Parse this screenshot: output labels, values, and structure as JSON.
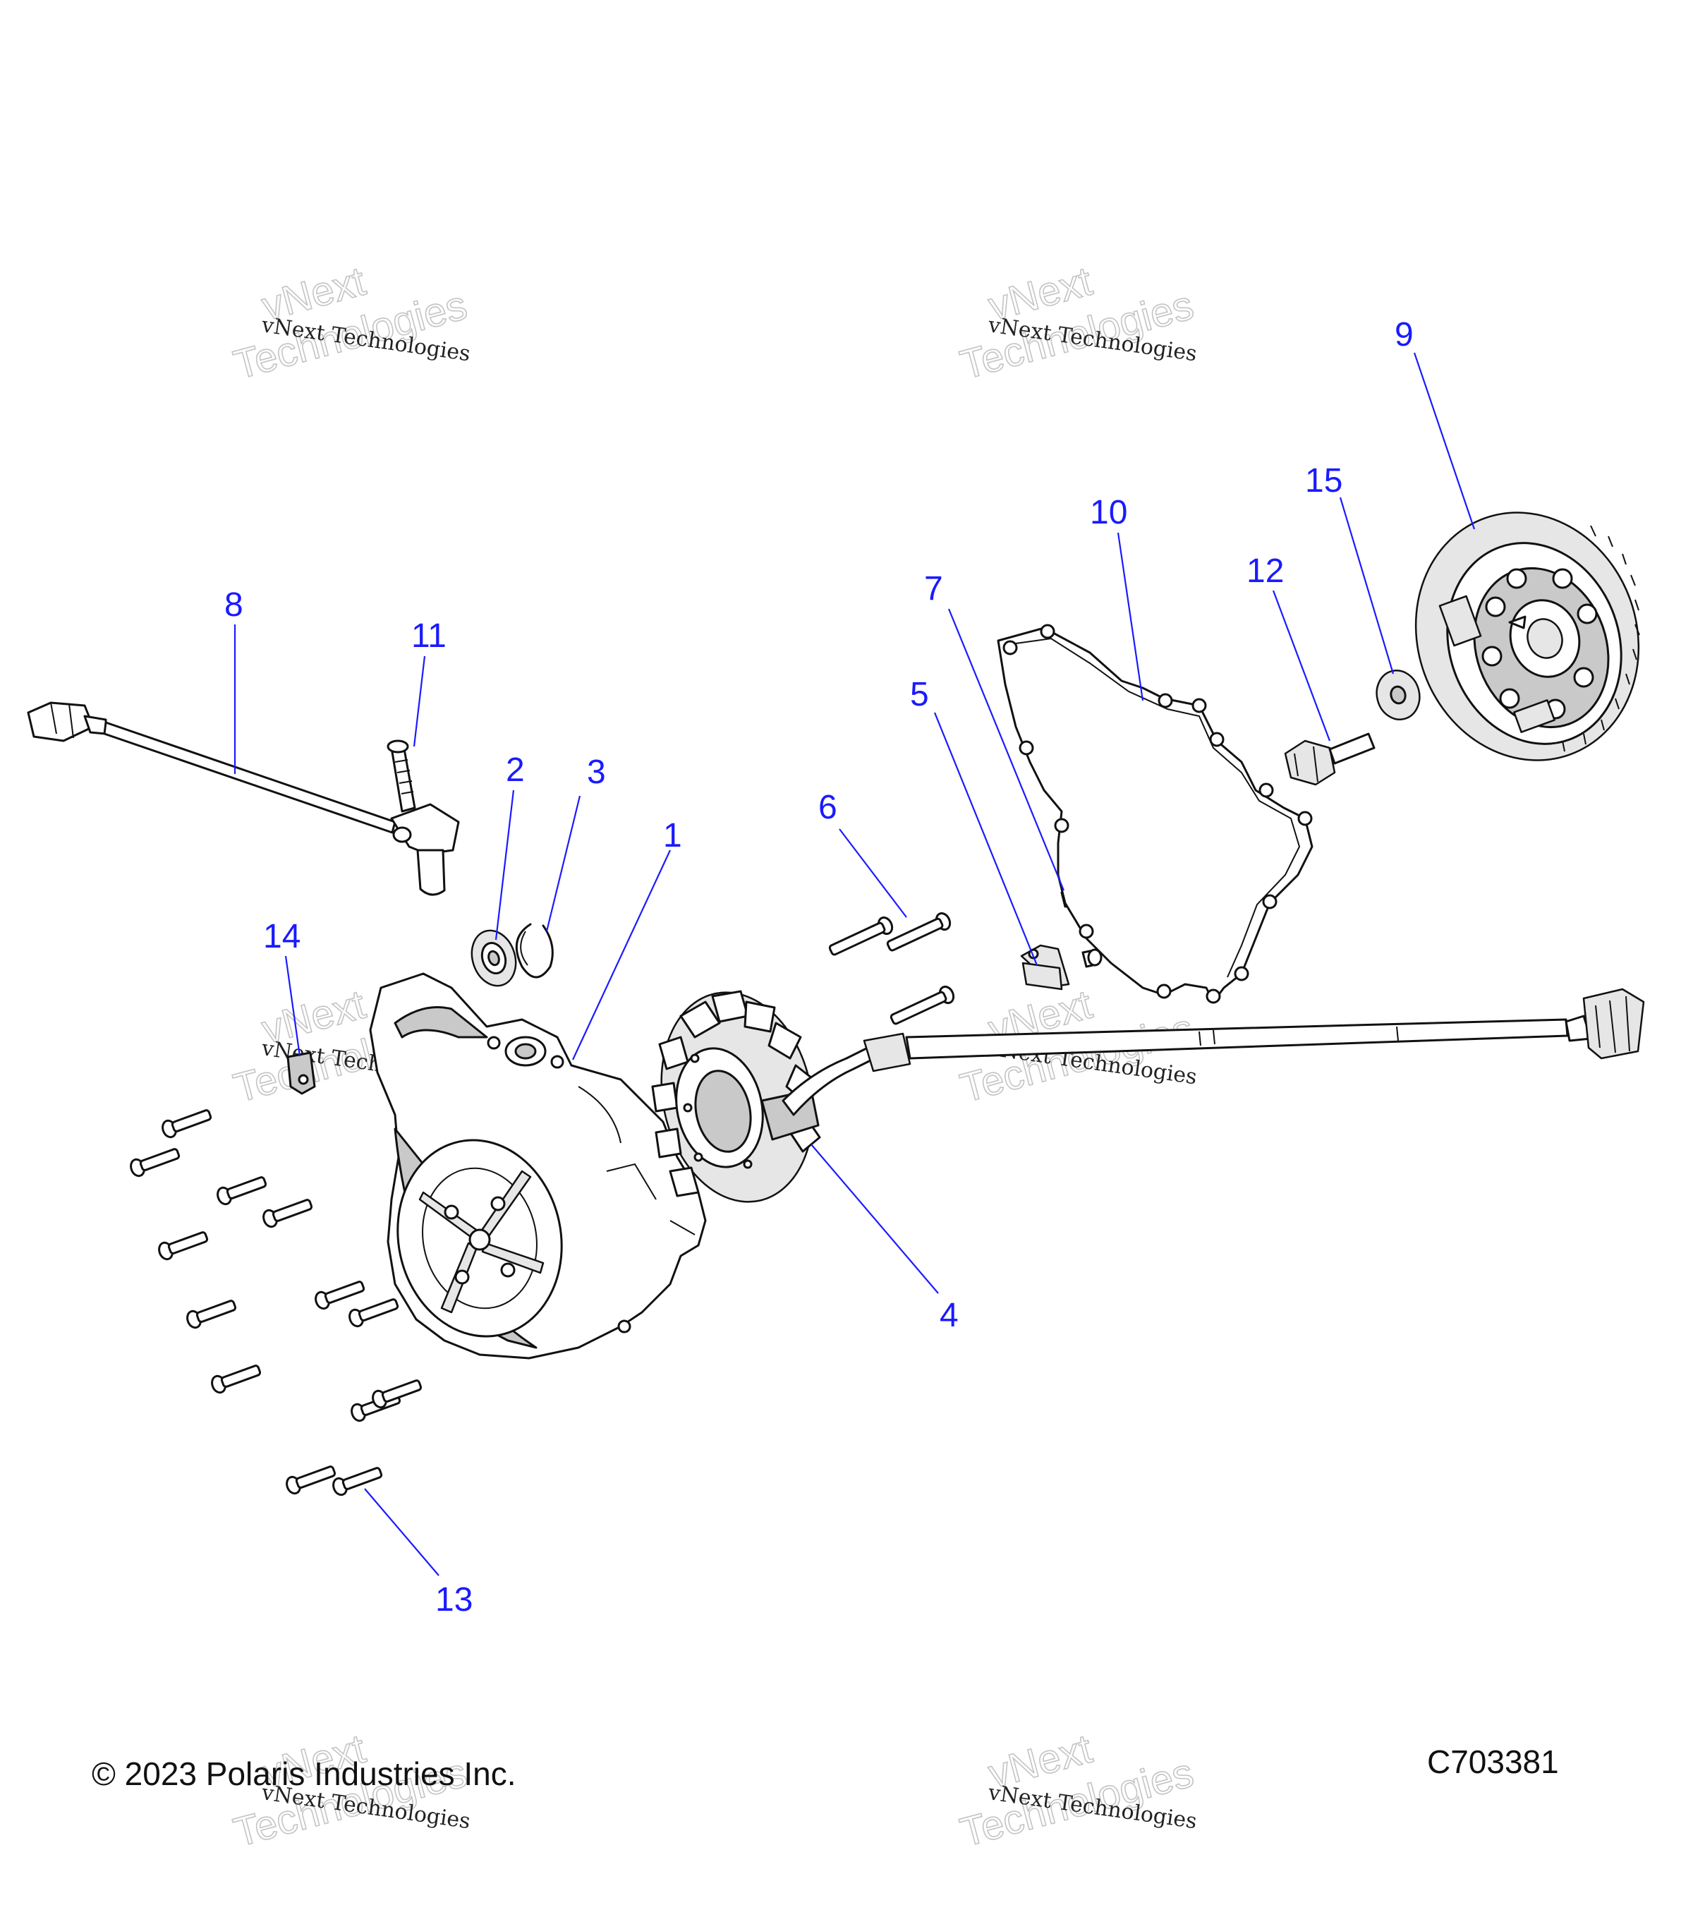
{
  "watermark": {
    "line1": "vNext",
    "line2": "Technologies",
    "full": "vNext Technologies"
  },
  "callouts": [
    "1",
    "2",
    "3",
    "4",
    "5",
    "6",
    "7",
    "8",
    "9",
    "10",
    "11",
    "12",
    "13",
    "14",
    "15"
  ],
  "footer": {
    "copyright": "© 2023 Polaris Industries Inc.",
    "figure_code": "C703381"
  },
  "colors": {
    "callout": "#1a1aff",
    "line_art": "#111111",
    "shading": "#c9c9c9",
    "watermark": "#c4c4c4"
  }
}
